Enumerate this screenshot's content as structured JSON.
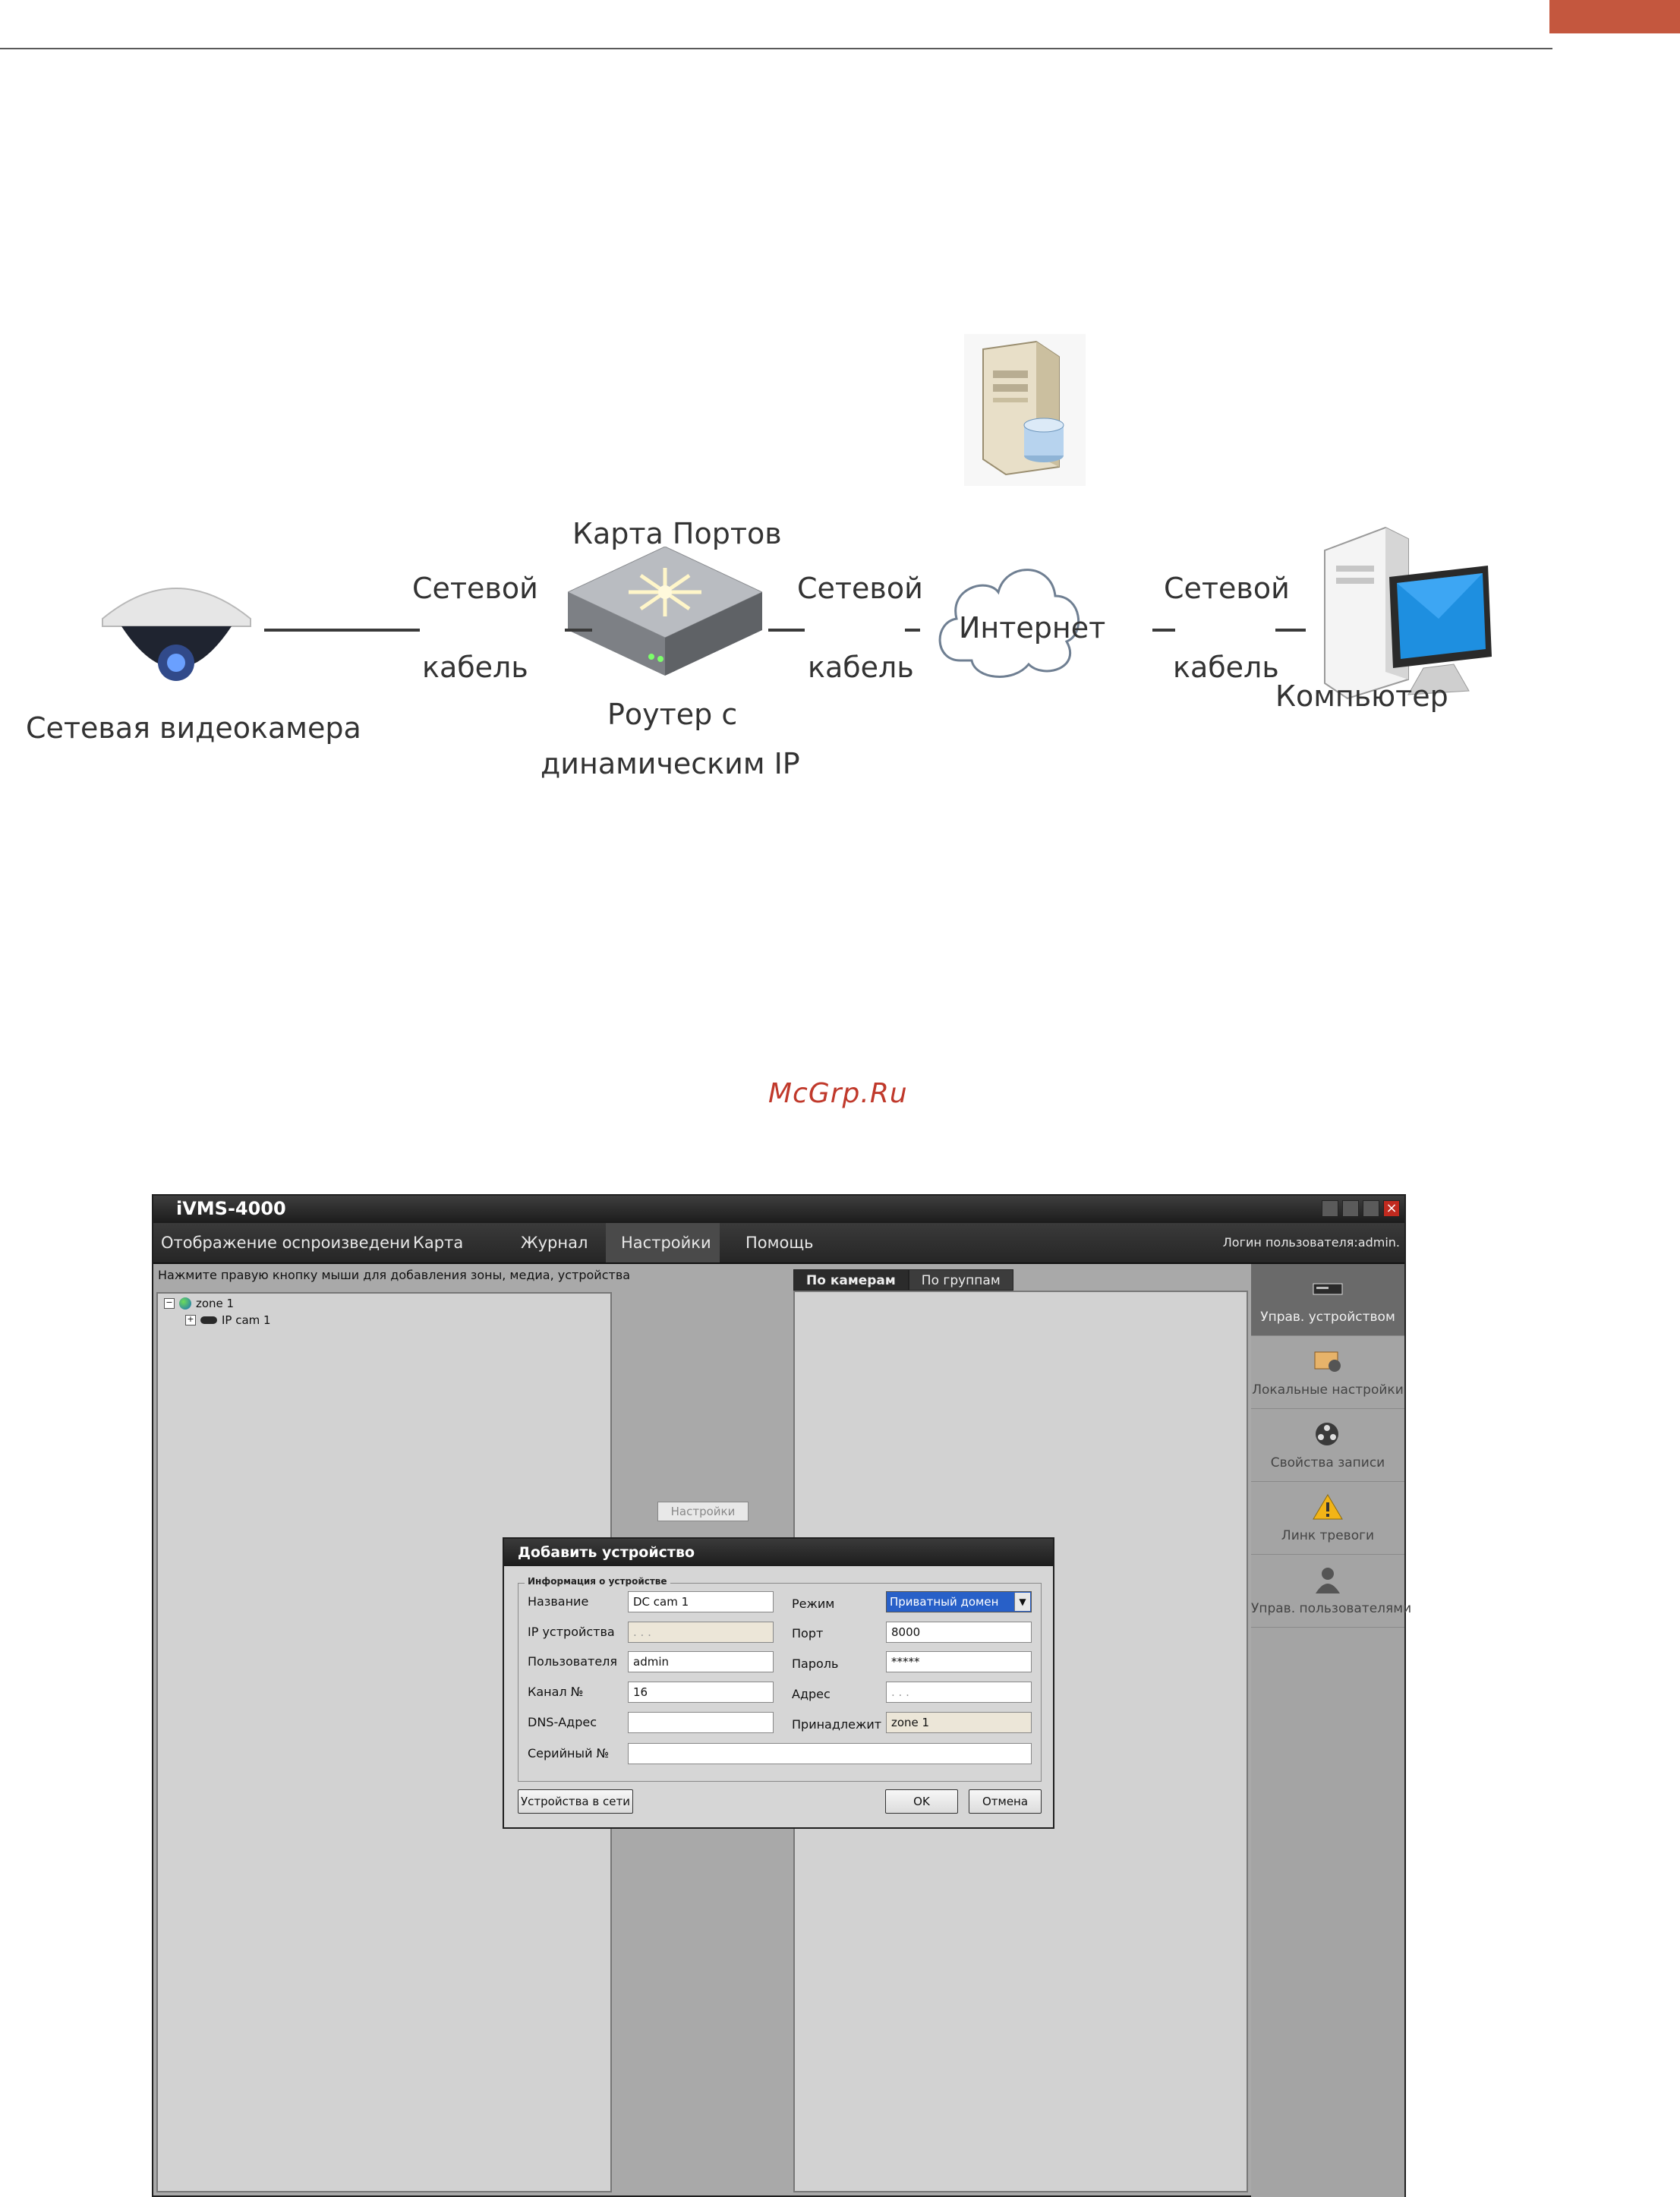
{
  "diagram": {
    "camera_label": "Сетевая видеокамера",
    "cable_label_1": "Сетевой",
    "cable_label_1b": "кабель",
    "router_top_label": "Карта Портов",
    "router_label_1": "Роутер с",
    "router_label_2": "динамическим IP",
    "cable_label_2": "Сетевой",
    "cable_label_2b": "кабель",
    "internet_label": "Интернет",
    "cable_label_3": "Сетевой",
    "cable_label_3b": "кабель",
    "computer_label": "Компьютер"
  },
  "watermark": "McGrp.Ru",
  "app": {
    "title": "iVMS-4000",
    "menu": [
      "Отображение осnроизведени",
      "Карта",
      "Журнал",
      "Настройки",
      "Помощь"
    ],
    "active_menu": "Настройки",
    "login": "Логин пользователя:admin.",
    "hint": "Нажмите правую кнопку мыши для добавления зоны, медиа, устройства",
    "tree": {
      "zone": "zone 1",
      "device": "IP cam 1"
    },
    "settings_button": "Настройки",
    "tabs": [
      "По камерам",
      "По группам"
    ],
    "sidebar": [
      "Управ. устройством",
      "Локальные настройки",
      "Свойства записи",
      "Линк тревоги",
      "Управ. пользователями"
    ]
  },
  "dialog": {
    "title": "Добавить устройство",
    "group_title": "Информация о устройстве",
    "fields": {
      "name_label": "Название",
      "name_value": "DC cam 1",
      "ip_label": "IP устройства",
      "ip_value": ". . .",
      "user_label": "Пользователя",
      "user_value": "admin",
      "channel_label": "Канал №",
      "channel_value": "16",
      "dns_label": "DNS-Адрес",
      "dns_value": "",
      "serial_label": "Серийный №",
      "serial_value": "",
      "mode_label": "Режим",
      "mode_value": "Приватный домен",
      "port_label": "Порт",
      "port_value": "8000",
      "password_label": "Пароль",
      "password_value": "*****",
      "address_label": "Адрес",
      "address_value": ". . .",
      "belongs_label": "Принадлежит",
      "belongs_value": "zone 1"
    },
    "buttons": {
      "network_devices": "Устройства в сети",
      "ok": "OK",
      "cancel": "Отмена"
    }
  }
}
